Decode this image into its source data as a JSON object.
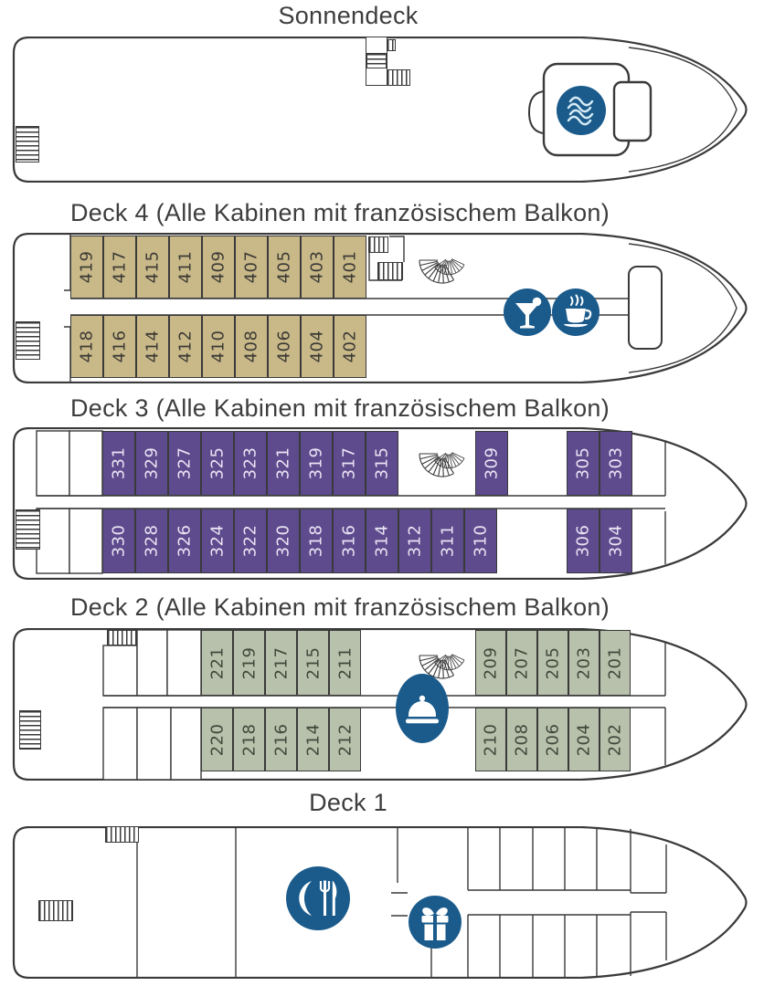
{
  "palette": {
    "background": "#ffffff",
    "outline": "#3a3a3a",
    "icon_blue": "#1a5b8c",
    "deck4_cabin": "#c9b989",
    "deck4_text": "#3c3a35",
    "deck3_cabin": "#5d4b8e",
    "deck3_text": "#e9e3f3",
    "deck2_cabin": "#b7c1ab",
    "deck2_text": "#40483b"
  },
  "decks": [
    {
      "id": "sonnendeck",
      "title": "Sonnendeck",
      "icons": [
        "whirlpool-icon",
        "stairs-hatch-icon"
      ],
      "rows": []
    },
    {
      "id": "deck4",
      "title": "Deck 4 (Alle Kabinen mit französischem Balkon)",
      "icons": [
        "spiral-stairs-icon",
        "bar-icon",
        "coffee-icon",
        "stairs-hatch-icon"
      ],
      "rows": [
        {
          "side": "top",
          "cabins": [
            "419",
            "417",
            "415",
            "411",
            "409",
            "407",
            "405",
            "403",
            "401"
          ]
        },
        {
          "side": "bottom",
          "cabins": [
            "418",
            "416",
            "414",
            "412",
            "410",
            "408",
            "406",
            "404",
            "402"
          ]
        }
      ]
    },
    {
      "id": "deck3",
      "title": "Deck 3 (Alle Kabinen mit französischem Balkon)",
      "icons": [
        "spiral-stairs-icon",
        "stairs-hatch-icon"
      ],
      "rows": [
        {
          "side": "top",
          "cabins": [
            "331",
            "329",
            "327",
            "325",
            "323",
            "321",
            "319",
            "317",
            "315",
            "309",
            "305",
            "303"
          ]
        },
        {
          "side": "bottom",
          "cabins": [
            "330",
            "328",
            "326",
            "324",
            "322",
            "320",
            "318",
            "316",
            "314",
            "312",
            "311",
            "310",
            "306",
            "304"
          ]
        }
      ]
    },
    {
      "id": "deck2",
      "title": "Deck 2 (Alle Kabinen mit französischem Balkon)",
      "icons": [
        "spiral-stairs-icon",
        "room-service-bell-icon",
        "stairs-hatch-icon"
      ],
      "rows": [
        {
          "side": "top",
          "cabins": [
            "221",
            "219",
            "217",
            "215",
            "211",
            "209",
            "207",
            "205",
            "203",
            "201"
          ]
        },
        {
          "side": "bottom",
          "cabins": [
            "220",
            "218",
            "216",
            "214",
            "212",
            "210",
            "208",
            "206",
            "204",
            "202"
          ]
        }
      ]
    },
    {
      "id": "deck1",
      "title": "Deck 1",
      "icons": [
        "restaurant-icon",
        "gift-shop-icon",
        "stairs-hatch-icon"
      ],
      "rows": []
    }
  ]
}
